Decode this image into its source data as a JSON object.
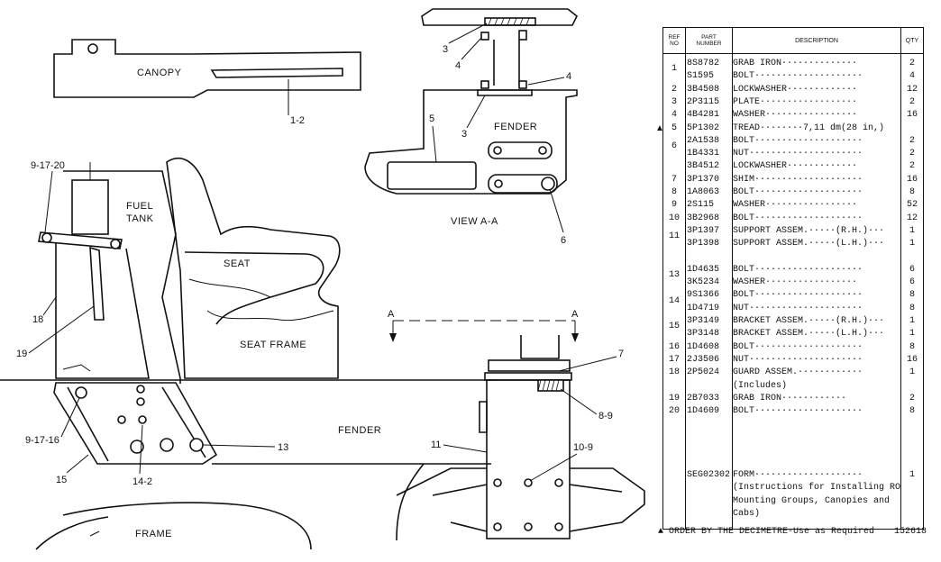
{
  "drawing": {
    "labels": {
      "canopy": "CANOPY",
      "fuel_tank_1": "FUEL",
      "fuel_tank_2": "TANK",
      "seat": "SEAT",
      "seat_frame": "SEAT FRAME",
      "fender_main": "FENDER",
      "fender_view": "FENDER",
      "frame": "FRAME",
      "view_aa": "VIEW A-A",
      "section_a_left": "A",
      "section_a_right": "A"
    },
    "callouts": {
      "c_1_2": "1-2",
      "c_9_17_20": "9-17-20",
      "c_18": "18",
      "c_19": "19",
      "c_9_17_16": "9-17-16",
      "c_15": "15",
      "c_14_2": "14-2",
      "c_13": "13",
      "c_3_top": "3",
      "c_4_top": "4",
      "c_4_mid": "4",
      "c_3_mid": "3",
      "c_5": "5",
      "c_6": "6",
      "c_7": "7",
      "c_8_9": "8-9",
      "c_11": "11",
      "c_10_9": "10-9"
    }
  },
  "table": {
    "headers": {
      "ref_1": "REF",
      "ref_2": "NO",
      "pn_1": "PART",
      "pn_2": "NUMBER",
      "desc": "DESCRIPTION",
      "qty": "QTY"
    },
    "groups": [
      {
        "ref": "1",
        "row": 0.5
      },
      {
        "ref": "6",
        "row": 6.5
      },
      {
        "ref": "11",
        "row": 13.5
      },
      {
        "ref": "13",
        "row": 16.5
      },
      {
        "ref": "14",
        "row": 18.5
      },
      {
        "ref": "15",
        "row": 20.5
      }
    ],
    "rows": [
      {
        "ref": "",
        "pn": "8S8782",
        "desc": "GRAB IRON··············",
        "qty": "2"
      },
      {
        "ref": "",
        "pn": "S1595",
        "desc": "BOLT····················",
        "qty": "4"
      },
      {
        "ref": "2",
        "pn": "3B4508",
        "desc": "LOCKWASHER·············",
        "qty": "12"
      },
      {
        "ref": "3",
        "pn": "2P3115",
        "desc": "PLATE··················",
        "qty": "2"
      },
      {
        "ref": "4",
        "pn": "4B4281",
        "desc": "WASHER·················",
        "qty": "16"
      },
      {
        "ref": "5",
        "pn": "5P1302",
        "desc": "TREAD········7,11 dm(28 in,)",
        "qty": ""
      },
      {
        "ref": "",
        "pn": "2A1538",
        "desc": "BOLT····················",
        "qty": "2"
      },
      {
        "ref": "",
        "pn": "1B4331",
        "desc": "NUT·····················",
        "qty": "2"
      },
      {
        "ref": "",
        "pn": "3B4512",
        "desc": "LOCKWASHER·············",
        "qty": "2"
      },
      {
        "ref": "7",
        "pn": "3P1370",
        "desc": "SHIM····················",
        "qty": "16"
      },
      {
        "ref": "8",
        "pn": "1A8063",
        "desc": "BOLT····················",
        "qty": "8"
      },
      {
        "ref": "9",
        "pn": "2S115",
        "desc": "WASHER·················",
        "qty": "52"
      },
      {
        "ref": "10",
        "pn": "3B2968",
        "desc": "BOLT····················",
        "qty": "12"
      },
      {
        "ref": "",
        "pn": "3P1397",
        "desc": "SUPPORT ASSEM.·····(R.H.)···",
        "qty": "1"
      },
      {
        "ref": "",
        "pn": "3P1398",
        "desc": "SUPPORT ASSEM.·····(L.H.)···",
        "qty": "1"
      },
      {
        "ref": "",
        "pn": "",
        "desc": "",
        "qty": ""
      },
      {
        "ref": "",
        "pn": "1D4635",
        "desc": "BOLT····················",
        "qty": "6"
      },
      {
        "ref": "",
        "pn": "3K5234",
        "desc": "WASHER·················",
        "qty": "6"
      },
      {
        "ref": "",
        "pn": "9S1366",
        "desc": "BOLT····················",
        "qty": "8"
      },
      {
        "ref": "",
        "pn": "1D4719",
        "desc": "NUT·····················",
        "qty": "8"
      },
      {
        "ref": "",
        "pn": "3P3149",
        "desc": "BRACKET ASSEM.·····(R.H.)···",
        "qty": "1"
      },
      {
        "ref": "",
        "pn": "3P3148",
        "desc": "BRACKET ASSEM.·····(L.H.)···",
        "qty": "1"
      },
      {
        "ref": "16",
        "pn": "1D4608",
        "desc": "BOLT····················",
        "qty": "8"
      },
      {
        "ref": "17",
        "pn": "2J3506",
        "desc": "NUT·····················",
        "qty": "16"
      },
      {
        "ref": "18",
        "pn": "2P5024",
        "desc": "GUARD ASSEM.············",
        "qty": "1"
      },
      {
        "ref": "",
        "pn": "",
        "desc": "   (Includes)",
        "qty": ""
      },
      {
        "ref": "19",
        "pn": "2B7033",
        "desc": "   GRAB IRON············",
        "qty": "2"
      },
      {
        "ref": "20",
        "pn": "1D4609",
        "desc": "BOLT····················",
        "qty": "8"
      }
    ],
    "form_rows": [
      {
        "pn": "SEG02302",
        "desc": "FORM····················",
        "qty": "1"
      },
      {
        "pn": "",
        "desc": "(Instructions for Installing ROPS",
        "qty": ""
      },
      {
        "pn": "",
        "desc": "Mounting Groups, Canopies and",
        "qty": ""
      },
      {
        "pn": "",
        "desc": "                      Cabs)",
        "qty": ""
      }
    ],
    "marker_symbol": "▲",
    "footer_note": "▲ ORDER BY THE DECIMETRE-Use as Required",
    "footer_number": "152618"
  }
}
